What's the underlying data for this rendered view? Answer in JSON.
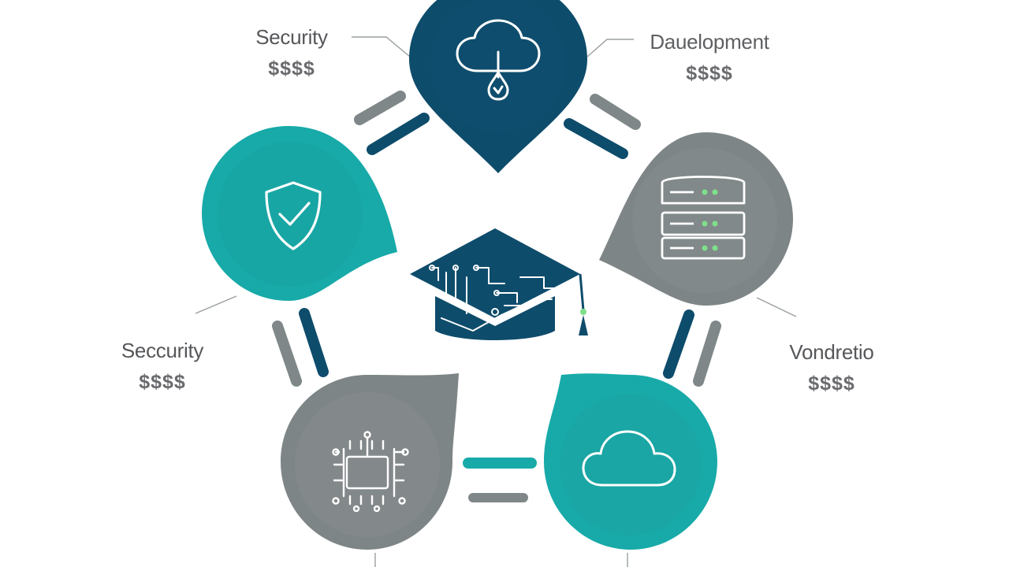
{
  "labels": {
    "top_left": {
      "name": "Security",
      "price": "$$$$"
    },
    "top_right": {
      "name": "Dauelopment",
      "price": "$$$$"
    },
    "middle_left": {
      "name": "Seccurity",
      "price": "$$$$"
    },
    "middle_right": {
      "name": "Vondretio",
      "price": "$$$$"
    }
  },
  "nodes": [
    {
      "id": "cloud-download",
      "icon": "cloud-download-icon",
      "color": "#0e4c6b"
    },
    {
      "id": "security-shield",
      "icon": "shield-check-icon",
      "color": "#17aaa8"
    },
    {
      "id": "server",
      "icon": "server-stack-icon",
      "color": "#7e8586"
    },
    {
      "id": "chip",
      "icon": "circuit-chip-icon",
      "color": "#7e8586"
    },
    {
      "id": "cloud",
      "icon": "cloud-icon",
      "color": "#17aaa8"
    }
  ],
  "center": {
    "icon": "graduation-cap-circuit-icon",
    "color": "#0e4c6b"
  },
  "colors": {
    "navy": "#0e4c6b",
    "teal": "#17aaa8",
    "gray": "#7e8586",
    "text": "#5f6063"
  }
}
